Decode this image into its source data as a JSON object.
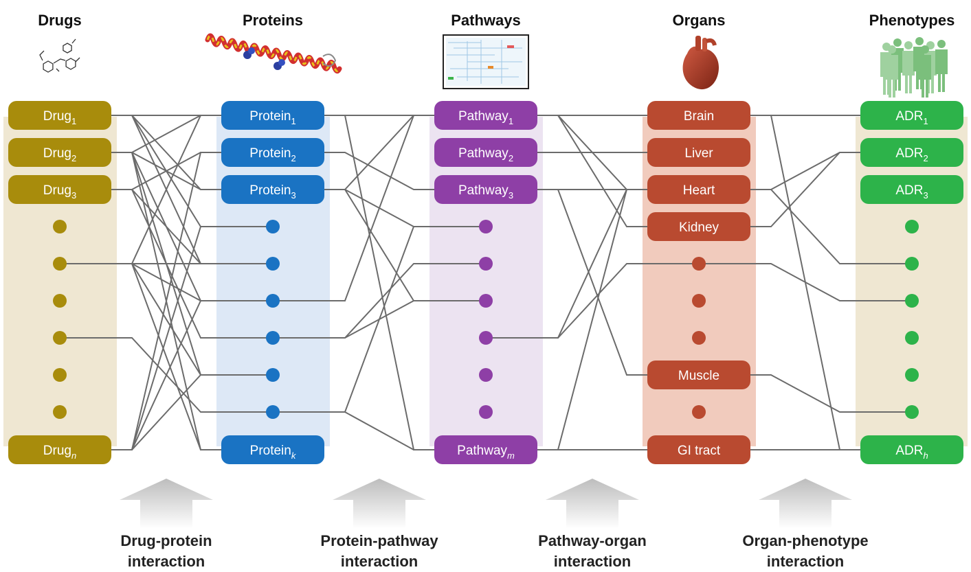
{
  "columns": [
    {
      "id": "drugs",
      "title": "Drugs",
      "icon": "chemical-structure-icon",
      "color": "#a88c0c",
      "band_color": "#efe7d2",
      "nodes": [
        {
          "label": "Drug",
          "sub": "1",
          "sub_italic": false
        },
        {
          "label": "Drug",
          "sub": "2",
          "sub_italic": false
        },
        {
          "label": "Drug",
          "sub": "3",
          "sub_italic": false
        },
        {
          "dot": true
        },
        {
          "dot": true
        },
        {
          "dot": true
        },
        {
          "dot": true
        },
        {
          "dot": true
        },
        {
          "dot": true
        },
        {
          "label": "Drug",
          "sub": "n",
          "sub_italic": true
        }
      ]
    },
    {
      "id": "proteins",
      "title": "Proteins",
      "icon": "protein-helix-icon",
      "color": "#1a73c3",
      "band_color": "#dde8f6",
      "nodes": [
        {
          "label": "Protein",
          "sub": "1",
          "sub_italic": false
        },
        {
          "label": "Protein",
          "sub": "2",
          "sub_italic": false
        },
        {
          "label": "Protein",
          "sub": "3",
          "sub_italic": false
        },
        {
          "dot": true
        },
        {
          "dot": true
        },
        {
          "dot": true
        },
        {
          "dot": true
        },
        {
          "dot": true
        },
        {
          "dot": true
        },
        {
          "label": "Protein",
          "sub": "k",
          "sub_italic": true
        }
      ]
    },
    {
      "id": "pathways",
      "title": "Pathways",
      "icon": "pathway-map-icon",
      "color": "#8e3fa6",
      "band_color": "#ece3f1",
      "nodes": [
        {
          "label": "Pathway",
          "sub": "1",
          "sub_italic": false
        },
        {
          "label": "Pathway",
          "sub": "2",
          "sub_italic": false
        },
        {
          "label": "Pathway",
          "sub": "3",
          "sub_italic": false
        },
        {
          "dot": true
        },
        {
          "dot": true
        },
        {
          "dot": true
        },
        {
          "dot": true
        },
        {
          "dot": true
        },
        {
          "dot": true
        },
        {
          "label": "Pathway",
          "sub": "m",
          "sub_italic": true
        }
      ]
    },
    {
      "id": "organs",
      "title": "Organs",
      "icon": "heart-icon",
      "color": "#b94a30",
      "band_color": "#f1cbbd",
      "nodes": [
        {
          "label": "Brain",
          "sub": "",
          "sub_italic": false
        },
        {
          "label": "Liver",
          "sub": "",
          "sub_italic": false
        },
        {
          "label": "Heart",
          "sub": "",
          "sub_italic": false
        },
        {
          "label": "Kidney",
          "sub": "",
          "sub_italic": false
        },
        {
          "dot": true
        },
        {
          "dot": true
        },
        {
          "dot": true
        },
        {
          "label": "Muscle",
          "sub": "",
          "sub_italic": false
        },
        {
          "dot": true
        },
        {
          "label": "GI tract",
          "sub": "",
          "sub_italic": false
        }
      ]
    },
    {
      "id": "phenotypes",
      "title": "Phenotypes",
      "icon": "people-silhouette-icon",
      "color": "#2db34a",
      "band_color": "#efe7d2",
      "nodes": [
        {
          "label": "ADR",
          "sub": "1",
          "sub_italic": false
        },
        {
          "label": "ADR",
          "sub": "2",
          "sub_italic": false
        },
        {
          "label": "ADR",
          "sub": "3",
          "sub_italic": false
        },
        {
          "dot": true
        },
        {
          "dot": true
        },
        {
          "dot": true
        },
        {
          "dot": true
        },
        {
          "dot": true
        },
        {
          "dot": true
        },
        {
          "label": "ADR",
          "sub": "h",
          "sub_italic": true
        }
      ]
    }
  ],
  "connections": [
    [
      [
        0,
        0
      ],
      [
        0,
        2
      ],
      [
        0,
        3
      ],
      [
        0,
        4
      ],
      [
        1,
        0
      ],
      [
        1,
        2
      ],
      [
        1,
        5
      ],
      [
        1,
        7
      ],
      [
        1,
        9
      ],
      [
        2,
        1
      ],
      [
        2,
        4
      ],
      [
        2,
        6
      ],
      [
        4,
        0
      ],
      [
        4,
        4
      ],
      [
        4,
        5
      ],
      [
        4,
        7
      ],
      [
        4,
        9
      ],
      [
        6,
        8
      ],
      [
        9,
        1
      ],
      [
        9,
        3
      ],
      [
        9,
        5
      ],
      [
        9,
        7
      ]
    ],
    [
      [
        0,
        0
      ],
      [
        0,
        9
      ],
      [
        1,
        2
      ],
      [
        2,
        0
      ],
      [
        2,
        3
      ],
      [
        2,
        5
      ],
      [
        5,
        0
      ],
      [
        6,
        4
      ],
      [
        6,
        5
      ],
      [
        8,
        3
      ],
      [
        8,
        9
      ]
    ],
    [
      [
        0,
        0
      ],
      [
        0,
        2
      ],
      [
        0,
        3
      ],
      [
        1,
        1
      ],
      [
        2,
        2
      ],
      [
        2,
        7
      ],
      [
        6,
        2
      ],
      [
        6,
        4
      ],
      [
        9,
        9
      ],
      [
        9,
        2
      ]
    ],
    [
      [
        0,
        0
      ],
      [
        0,
        9
      ],
      [
        2,
        4
      ],
      [
        2,
        1
      ],
      [
        3,
        1
      ],
      [
        4,
        5
      ],
      [
        7,
        8
      ],
      [
        9,
        9
      ]
    ]
  ],
  "interactions": [
    {
      "line1": "Drug-protein",
      "line2": "interaction"
    },
    {
      "line1": "Protein-pathway",
      "line2": "interaction"
    },
    {
      "line1": "Pathway-organ",
      "line2": "interaction"
    },
    {
      "line1": "Organ-phenotype",
      "line2": "interaction"
    }
  ],
  "arrow_color": "#a8a8a8",
  "edge_color": "#6b6b6b"
}
